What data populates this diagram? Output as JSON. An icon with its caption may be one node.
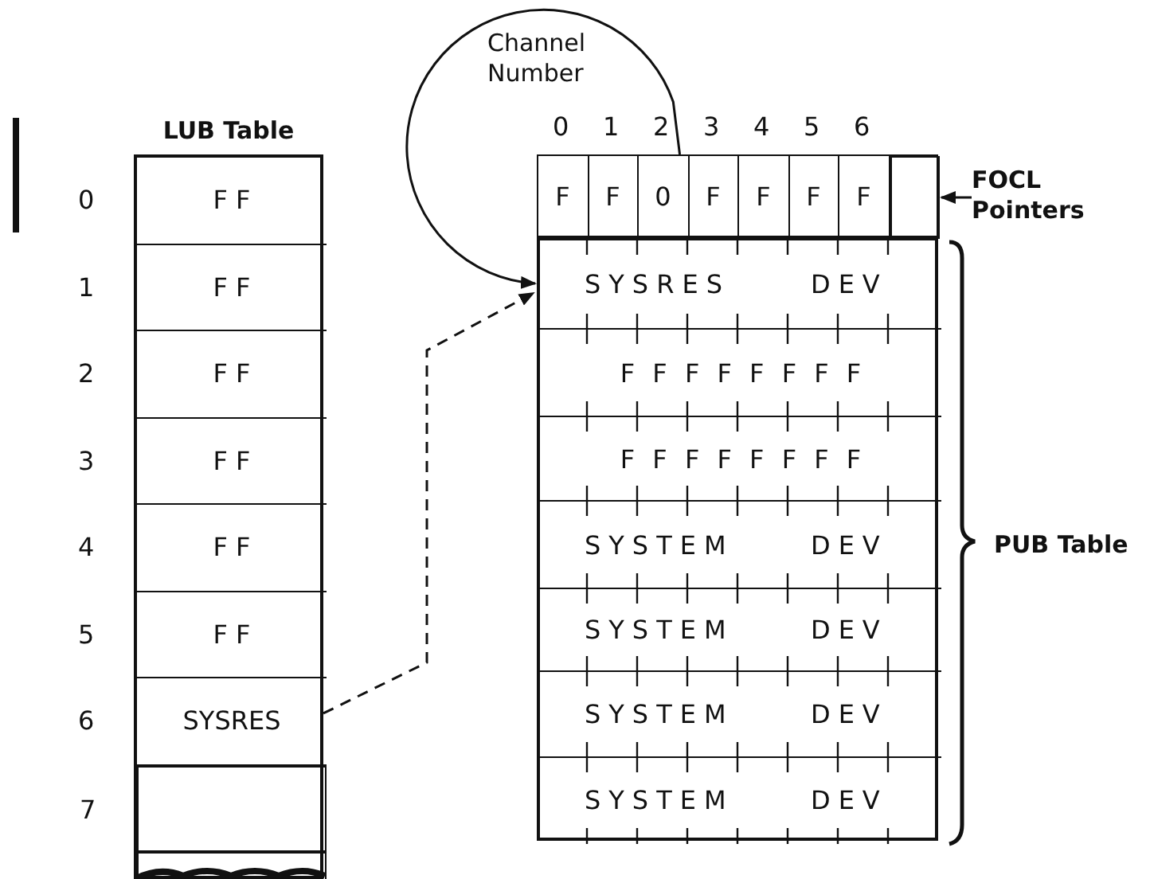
{
  "diagram": {
    "nodes": [
      {
        "text": [
          "LUB Table"
        ]
      },
      {
        "text": [
          "F F"
        ],
        "in": 0,
        "beside": [
          "0"
        ]
      },
      {
        "text": [
          "F F"
        ],
        "in": 0,
        "beside": [
          "1"
        ]
      },
      {
        "text": [
          "F F"
        ],
        "in": 0,
        "beside": [
          "2"
        ]
      },
      {
        "text": [
          "F F"
        ],
        "in": 0,
        "beside": [
          "3"
        ]
      },
      {
        "text": [
          "F F"
        ],
        "in": 0,
        "beside": [
          "4"
        ]
      },
      {
        "text": [
          "F F"
        ],
        "in": 0,
        "beside": [
          "5"
        ]
      },
      {
        "text": [
          "SYSRES"
        ],
        "in": 0,
        "beside": [
          "6"
        ]
      },
      {
        "text": [],
        "shape": "box",
        "in": 0,
        "beside": [
          "7"
        ]
      },
      {
        "text": [],
        "shape": "box",
        "in": 0
      },
      {
        "text": [],
        "shape": "box"
      },
      {
        "text": [
          "F"
        ],
        "in": 10,
        "beside": [
          "0"
        ]
      },
      {
        "text": [
          "F"
        ],
        "in": 10,
        "beside": [
          "1"
        ]
      },
      {
        "text": [
          "0"
        ],
        "in": 10,
        "beside": [
          "2"
        ]
      },
      {
        "text": [
          "F"
        ],
        "in": 10,
        "beside": [
          "3"
        ]
      },
      {
        "text": [
          "F"
        ],
        "in": 10,
        "beside": [
          "4"
        ]
      },
      {
        "text": [
          "F"
        ],
        "in": 10,
        "beside": [
          "5"
        ]
      },
      {
        "text": [
          "F"
        ],
        "in": 10,
        "beside": [
          "6"
        ]
      },
      {
        "text": [],
        "shape": "box",
        "in": 10
      },
      {
        "text": [
          "FOCL Pointers"
        ]
      },
      {
        "text": [
          "PUB Table"
        ]
      },
      {
        "text": [
          "SYSRES",
          "DEV"
        ],
        "in": 20
      },
      {
        "text": [
          "F F F F F F F F"
        ],
        "in": 20
      },
      {
        "text": [
          "F F F F F F F F"
        ],
        "in": 20
      },
      {
        "text": [
          "SYSTEM",
          "DEV"
        ],
        "in": 20
      },
      {
        "text": [
          "SYSTEM",
          "DEV"
        ],
        "in": 20
      },
      {
        "text": [
          "SYSTEM",
          "DEV"
        ],
        "in": 20
      },
      {
        "text": [
          "SYSTEM",
          "DEV"
        ],
        "in": 20
      }
    ],
    "edges": [
      {
        "from": 13,
        "to": 21,
        "arrow": "to"
      },
      {
        "from": 7,
        "to": 21,
        "arrow": "to",
        "style": "dashed"
      },
      {
        "from": 19,
        "to": 10,
        "arrow": "to"
      }
    ],
    "labels": [
      "Channel Number"
    ]
  }
}
